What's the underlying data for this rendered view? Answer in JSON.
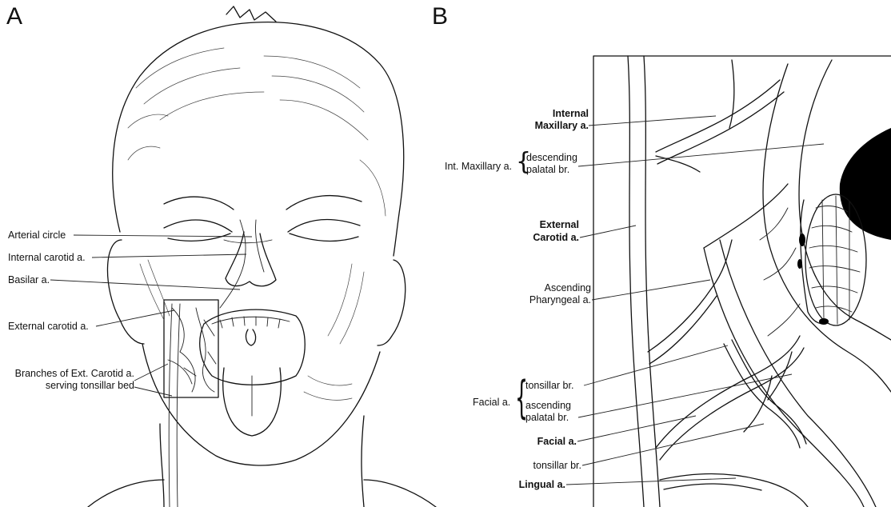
{
  "panel_a": {
    "letter": "A",
    "labels": {
      "arterial_circle": "Arterial circle",
      "internal_carotid": "Internal carotid a.",
      "basilar": "Basilar a.",
      "external_carotid": "External carotid a.",
      "branches_line1": "Branches of Ext. Carotid a.",
      "branches_line2": "serving tonsillar bed"
    }
  },
  "panel_b": {
    "letter": "B",
    "labels": {
      "internal_maxillary_1": "Internal",
      "internal_maxillary_2": "Maxillary a.",
      "int_maxillary": "Int. Maxillary a.",
      "descending": "descending",
      "palatal_br": "palatal br.",
      "external_carotid_1": "External",
      "external_carotid_2": "Carotid a.",
      "ascending_pharyngeal_1": "Ascending",
      "ascending_pharyngeal_2": "Pharyngeal a.",
      "tonsillar_br_1": "tonsillar br.",
      "facial_group": "Facial a.",
      "ascending": "ascending",
      "palatal_br_2": "palatal br.",
      "facial_a": "Facial a.",
      "tonsillar_br_2": "tonsillar br.",
      "lingual_a": "Lingual a."
    }
  }
}
